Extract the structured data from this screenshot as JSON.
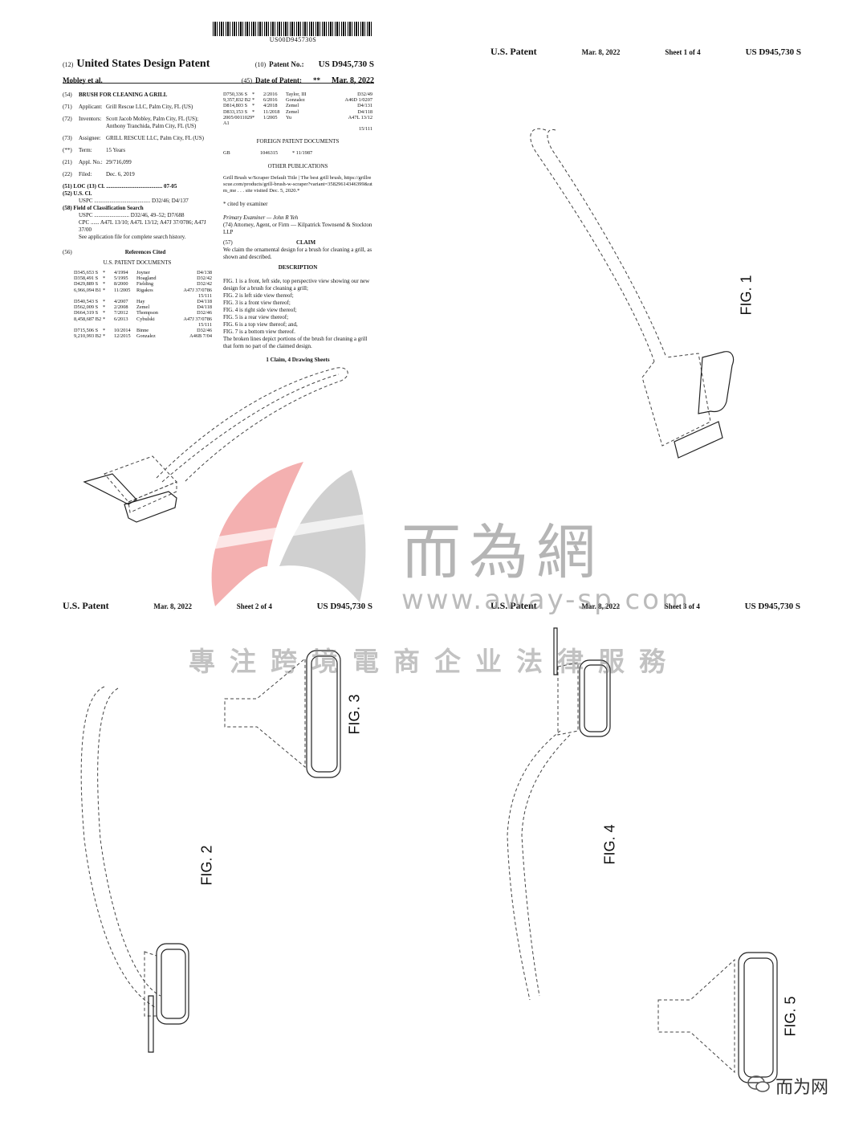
{
  "page1": {
    "barcode_number": "US00D945730S",
    "label_12": "(12)",
    "doc_title": "United States Design Patent",
    "inventors_short": "Mobley et al.",
    "label_10": "(10)",
    "patent_no_label": "Patent No.:",
    "patent_no": "US D945,730 S",
    "label_45": "(45)",
    "date_label": "Date of Patent:",
    "date_mark": "**",
    "date": "Mar. 8, 2022",
    "fields": [
      {
        "num": "(54)",
        "key": "",
        "val": "BRUSH FOR CLEANING A GRILL"
      },
      {
        "num": "(71)",
        "key": "Applicant:",
        "val": "Grill Rescue LLC, Palm City, FL (US)"
      },
      {
        "num": "(72)",
        "key": "Inventors:",
        "val": "Scott Jacob Mobley, Palm City, FL (US); Anthony Tranchida, Palm City, FL (US)"
      },
      {
        "num": "(73)",
        "key": "Assignee:",
        "val": "GRILL RESCUE LLC, Palm City, FL (US)"
      },
      {
        "num": "(**)",
        "key": "Term:",
        "val": "15 Years"
      },
      {
        "num": "(21)",
        "key": "Appl. No.:",
        "val": "29/716,099"
      },
      {
        "num": "(22)",
        "key": "Filed:",
        "val": "Dec. 6, 2019"
      }
    ],
    "loc_label": "(51) LOC (13) Cl. ........................................ 07-05",
    "uscl_label": "(52) U.S. Cl.",
    "uscl_val": "USPC ........................................ D32/46; D4/137",
    "field_search_label": "(58) Field of Classification Search",
    "field_search_uspc": "USPC ......................... D32/46, 49–52; D7/688",
    "field_search_cpc": "CPC ...... A47L 13/10; A47L 13/12; A47J 37/0786; A47J 37/00",
    "field_search_note": "See application file for complete search history.",
    "refs_label": "(56)",
    "refs_title": "References Cited",
    "us_docs_title": "U.S. PATENT DOCUMENTS",
    "us_docs": [
      [
        "D345,653 S",
        "*",
        "4/1994",
        "Joyner",
        "D4/138"
      ],
      [
        "D358,491 S",
        "*",
        "5/1995",
        "Hoagland",
        "D32/42"
      ],
      [
        "D429,889 S",
        "*",
        "8/2000",
        "Fielding",
        "D32/42"
      ],
      [
        "6,966,094 B1",
        "*",
        "11/2005",
        "Rigakos",
        "A47J 37/0786"
      ],
      [
        "",
        "",
        "",
        "",
        "15/111"
      ],
      [
        "D540,543 S",
        "*",
        "4/2007",
        "Hay",
        "D4/118"
      ],
      [
        "D562,009 S",
        "*",
        "2/2008",
        "Zemel",
        "D4/118"
      ],
      [
        "D664,319 S",
        "*",
        "7/2012",
        "Thompson",
        "D32/46"
      ],
      [
        "8,458,687 B2",
        "*",
        "6/2013",
        "Cybulski",
        "A47J 37/0786"
      ],
      [
        "",
        "",
        "",
        "",
        "15/111"
      ],
      [
        "D715,506 S",
        "*",
        "10/2014",
        "Binne",
        "D32/46"
      ],
      [
        "9,210,993 B2",
        "*",
        "12/2015",
        "Gonzalez",
        "A46B 7/04"
      ]
    ],
    "us_docs_col2": [
      [
        "D750,336 S",
        "*",
        "2/2016",
        "Taylor, III",
        "D32/49"
      ],
      [
        "9,357,832 B2",
        "*",
        "6/2016",
        "Gonzalez",
        "A46D 1/0207"
      ],
      [
        "D814,803 S",
        "*",
        "4/2018",
        "Zemel",
        "D4/131"
      ],
      [
        "D833,153 S",
        "*",
        "11/2018",
        "Zemel",
        "D4/118"
      ],
      [
        "2005/0011029 A1",
        "*",
        "1/2005",
        "Yu",
        "A47L 13/12"
      ],
      [
        "",
        "",
        "",
        "",
        "15/111"
      ]
    ],
    "foreign_title": "FOREIGN PATENT DOCUMENTS",
    "foreign_row": [
      "GB",
      "1046315",
      "* 11/1987"
    ],
    "other_pub_title": "OTHER PUBLICATIONS",
    "other_pub_text": "Grill Brush w/Scraper Default Title | The best grill brush, https://grillrescue.com/products/grill-brush-w-scraper?variant=35829614346399&utm_me . . . site visited Dec. 5, 2020.*",
    "cited_note": "* cited by examiner",
    "examiner": "Primary Examiner — John R Yeh",
    "attorney": "(74) Attorney, Agent, or Firm — Kilpatrick Townsend & Stockton LLP",
    "claim_num": "(57)",
    "claim_title": "CLAIM",
    "claim_text": "We claim the ornamental design for a brush for cleaning a grill, as shown and described.",
    "desc_title": "DESCRIPTION",
    "desc_lines": [
      "FIG. 1 is a front, left side, top perspective view showing our new design for a brush for cleaning a grill;",
      "FIG. 2 is left side view thereof;",
      "FIG. 3 is a front view thereof;",
      "FIG. 4 is right side view thereof;",
      "FIG. 5 is a rear view thereof;",
      "FIG. 6 is a top view thereof; and,",
      "FIG. 7 is a bottom view thereof.",
      "The broken lines depict portions of the brush for cleaning a grill that form no part of the claimed design."
    ],
    "claims_sheets": "1 Claim, 4 Drawing Sheets"
  },
  "sheet1": {
    "title": "U.S. Patent",
    "date": "Mar. 8, 2022",
    "sheet": "Sheet 1 of 4",
    "number": "US D945,730 S",
    "fig": "FIG. 1"
  },
  "sheet2": {
    "title": "U.S. Patent",
    "date": "Mar. 8, 2022",
    "sheet": "Sheet 2 of 4",
    "number": "US D945,730 S",
    "fig_a": "FIG. 2",
    "fig_b": "FIG. 3"
  },
  "sheet3": {
    "title": "U.S. Patent",
    "date": "Mar. 8, 2022",
    "sheet": "Sheet 3 of 4",
    "number": "US D945,730 S",
    "fig_a": "FIG. 4",
    "fig_b": "FIG. 5"
  },
  "watermark": {
    "cn": "而為網",
    "url": "www.away-sp.com",
    "tagline": "專注跨境電商企业法律服務"
  },
  "corner_brand": "而为网"
}
